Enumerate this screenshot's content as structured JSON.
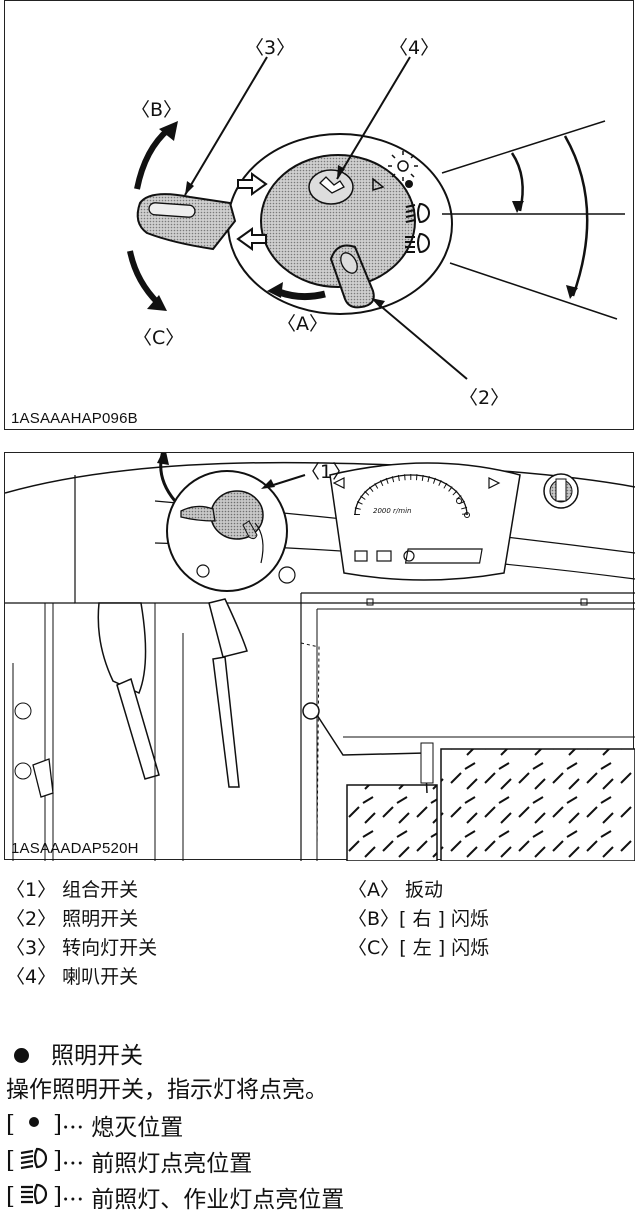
{
  "figure_top": {
    "code": "1ASAAAHAP096B",
    "callouts": {
      "c1": "〈3〉",
      "c2": "〈4〉",
      "c3": "〈B〉",
      "c4": "〈C〉",
      "c5": "〈A〉",
      "c6": "〈2〉"
    }
  },
  "figure_bottom": {
    "code": "1ASAAADAP520H",
    "callouts": {
      "c1": "〈1〉"
    },
    "gauge_text": "2000 r/min"
  },
  "legend": {
    "left": [
      "〈1〉 组合开关",
      "〈2〉 照明开关",
      "〈3〉 转向灯开关",
      "〈4〉 喇叭开关"
    ],
    "right": [
      "〈A〉 扳动",
      "〈B〉[ 右 ] 闪烁",
      "〈C〉[ 左 ] 闪烁"
    ]
  },
  "section": {
    "heading": "照明开关",
    "description": "操作照明开关，指示灯将点亮。",
    "states": [
      {
        "open": "[",
        "icon": "dot-icon",
        "close": "]",
        "text": "··· 熄灭位置"
      },
      {
        "open": "[",
        "icon": "low-beam-icon",
        "close": "]",
        "text": "··· 前照灯点亮位置"
      },
      {
        "open": "[",
        "icon": "high-beam-icon",
        "close": "]",
        "text": "··· 前照灯、作业灯点亮位置"
      }
    ]
  },
  "colors": {
    "line": "#111111",
    "fill_gray": "#b8b8b8",
    "dot_pattern": "#8c8c8c"
  }
}
